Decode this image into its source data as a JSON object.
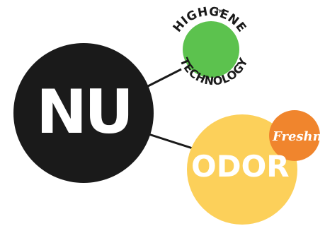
{
  "brand": {
    "main_text": "NU",
    "color_black": "#1a1a1a",
    "color_white": "#ffffff"
  },
  "highgene_badge": {
    "ring_top": "HIGHGENE",
    "trademark": "TM",
    "ring_bottom": "TECHNOLOGY",
    "fill_color": "#5cc24e",
    "text_color": "#1a1a1a"
  },
  "odor_badge": {
    "text": "ODOR",
    "fill_color": "#fcd05a",
    "text_color": "#ffffff"
  },
  "freshness_badge": {
    "text": "Freshness",
    "fill_color": "#f0852d",
    "text_color": "#ffffff"
  },
  "connector_color": "#1a1a1a"
}
